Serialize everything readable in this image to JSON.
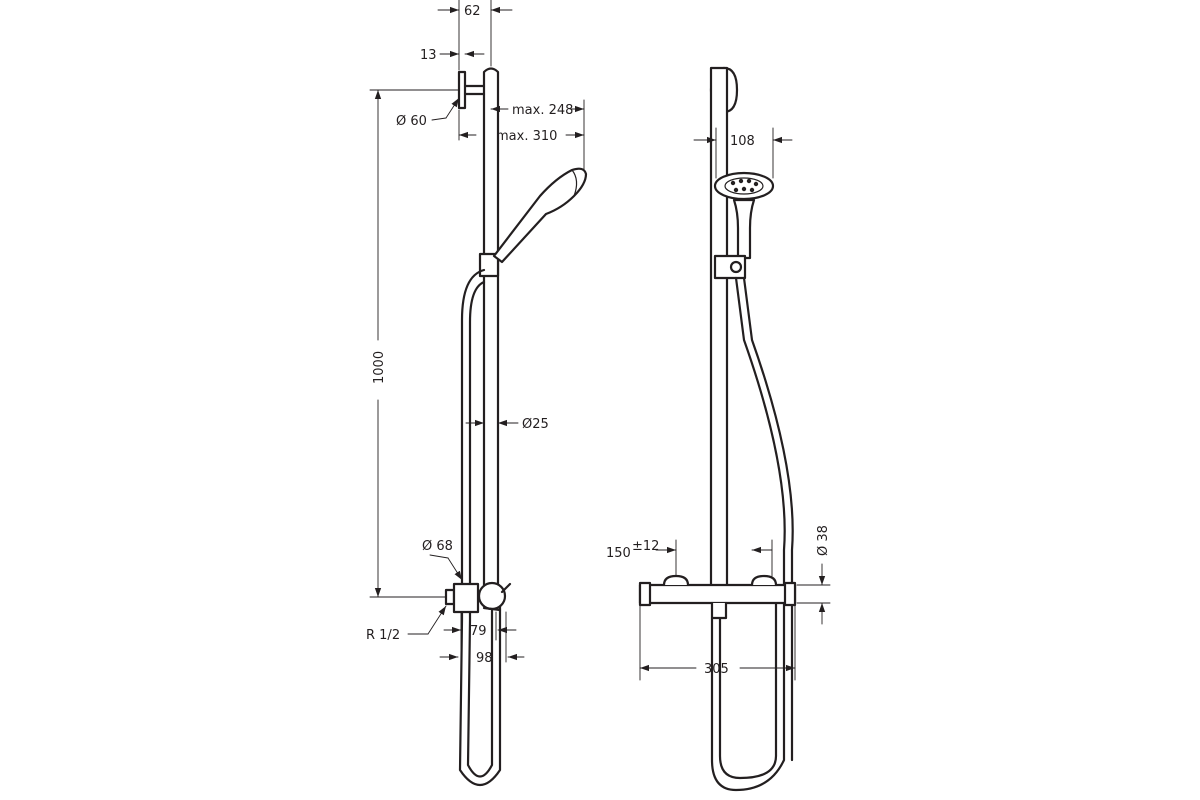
{
  "dimensions": {
    "d_62": "62",
    "d_13": "13",
    "d_dia60": "Ø 60",
    "d_max248": "max. 248",
    "d_max310": "max. 310",
    "d_1000": "1000",
    "d_dia25": "Ø25",
    "d_dia68": "Ø 68",
    "d_r12": "R 1/2",
    "d_79": "79",
    "d_98": "98",
    "d_108": "108",
    "d_150": "150",
    "d_pm12": "±12",
    "d_dia38": "Ø 38",
    "d_305": "305"
  },
  "colors": {
    "line": "#231f20",
    "background": "#ffffff"
  }
}
